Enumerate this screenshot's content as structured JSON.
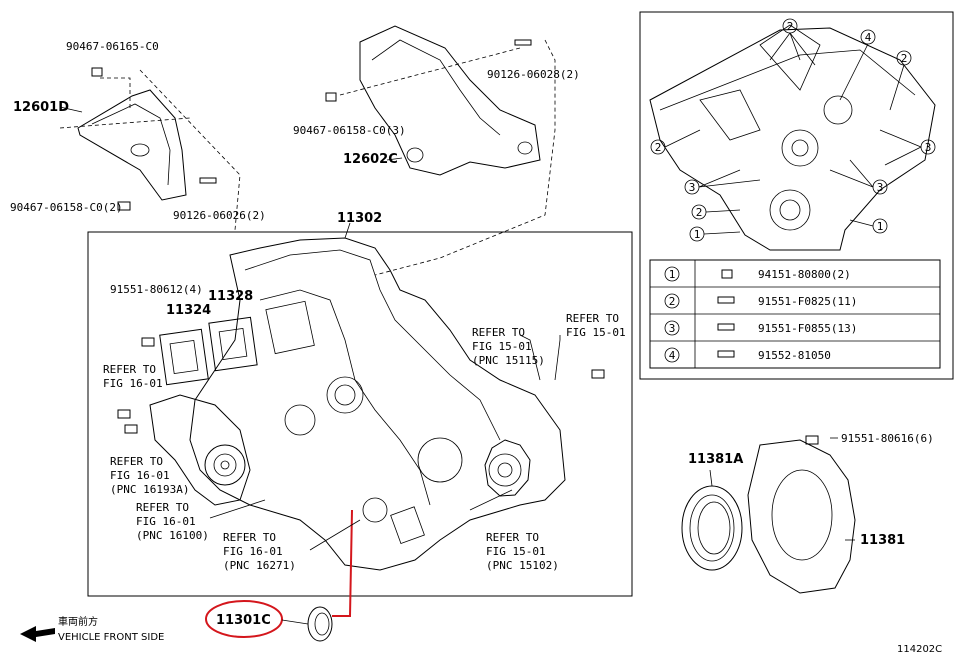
{
  "labels": {
    "b1": "90467-06165-C0",
    "p12601d": "12601D",
    "b2": "90467-06158-C0(2)",
    "b3": "90126-06026(2)",
    "b4": "90126-06028(2)",
    "b5": "90467-06158-C0(3)",
    "p12602c": "12602C",
    "p11302": "11302",
    "b6": "91551-80612(4)",
    "p11324": "11324",
    "p11328": "11328",
    "ref16a": [
      "REFER TO",
      "FIG 16-01"
    ],
    "ref16b": [
      "REFER TO",
      "FIG 16-01",
      "(PNC 16193A)"
    ],
    "ref16c": [
      "REFER TO",
      "FIG 16-01",
      "(PNC 16100)"
    ],
    "ref16d": [
      "REFER TO",
      "FIG 16-01",
      "(PNC 16271)"
    ],
    "ref15a": [
      "REFER TO",
      "FIG 15-01",
      "(PNC 15115)"
    ],
    "ref15b": [
      "REFER TO",
      "FIG 15-01"
    ],
    "ref15c": [
      "REFER TO",
      "FIG 15-01",
      "(PNC 15102)"
    ],
    "p11381a": "11381A",
    "b7": "91551-80616(6)",
    "p11381": "11381",
    "p11301c": "11301C",
    "front_jp": "車両前方",
    "front_en": "VEHICLE FRONT SIDE",
    "code": "114202C"
  },
  "legend": [
    {
      "num": "1",
      "part": "94151-80800(2)"
    },
    {
      "num": "2",
      "part": "91551-F0825(11)"
    },
    {
      "num": "3",
      "part": "91551-F0855(13)"
    },
    {
      "num": "4",
      "part": "91552-81050"
    }
  ],
  "colors": {
    "highlight": "#d4161c",
    "line": "#000000"
  }
}
